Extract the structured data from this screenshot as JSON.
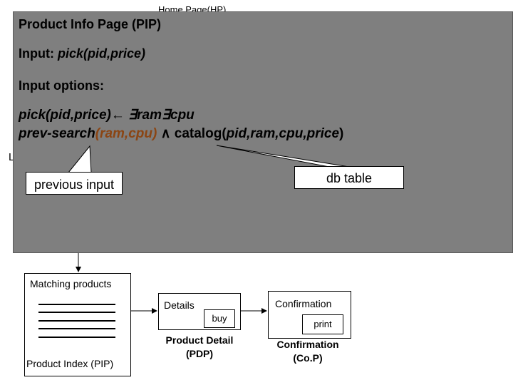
{
  "background": {
    "home_label": "Home Page(HP)",
    "left_cut_label": "L",
    "index_box": {
      "title": "Matching products",
      "caption": "Product Index (PIP)",
      "line_count": 5
    },
    "detail_box": {
      "title": "Details",
      "buy": "buy",
      "caption_line1": "Product Detail",
      "caption_line2": "(PDP)"
    },
    "confirm_box": {
      "title": "Confirmation",
      "print": "print",
      "caption_line1": "Confirmation",
      "caption_line2": "(Co.P)"
    }
  },
  "overlay": {
    "title": "Product Info Page (PIP)",
    "input_label": "Input: ",
    "input_value": "pick(pid,price)",
    "options_label": "Input options:",
    "rule1": {
      "head": "pick(pid,price)",
      "arrow": "←",
      "exists": "∃ram∃cpu"
    },
    "rule2": {
      "prev_search": "prev-search",
      "prev_args": "(ram,cpu)",
      "and": " ∧ ",
      "catalog": "catalog",
      "catalog_args": "pid,ram,cpu,price"
    },
    "callouts": {
      "previous_input": "previous input",
      "db_table": "db table"
    }
  },
  "colors": {
    "overlay_gray": "#7f7f7f",
    "highlight_brown": "#8b4513"
  }
}
